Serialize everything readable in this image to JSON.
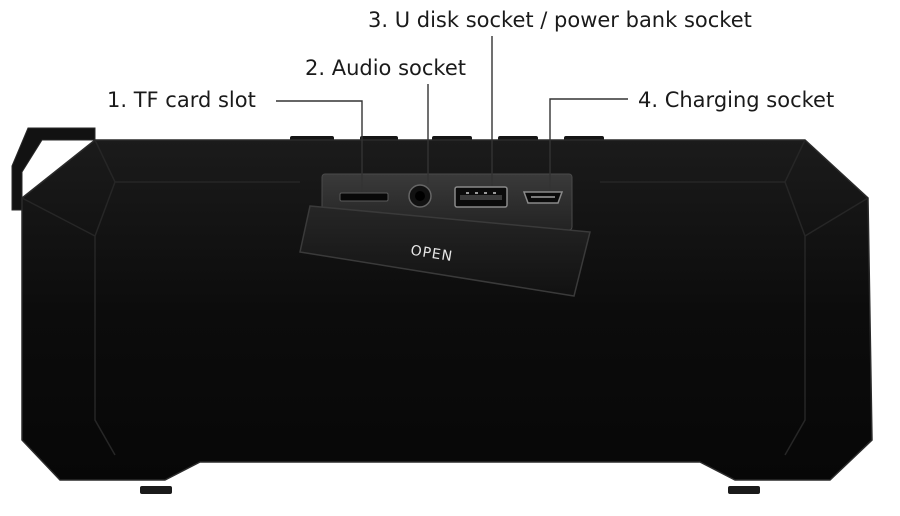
{
  "labels": {
    "tf_card_slot": "1. TF card slot",
    "audio_socket": "2. Audio socket",
    "u_disk_socket": "3. U disk socket / power bank socket",
    "charging_socket": "4. Charging socket"
  },
  "device": {
    "flap_text": "OPEN"
  },
  "colors": {
    "body": "#0c0c0c",
    "panel": "#2e2e2e",
    "text": "#1a1a1a",
    "leader": "#333333"
  }
}
